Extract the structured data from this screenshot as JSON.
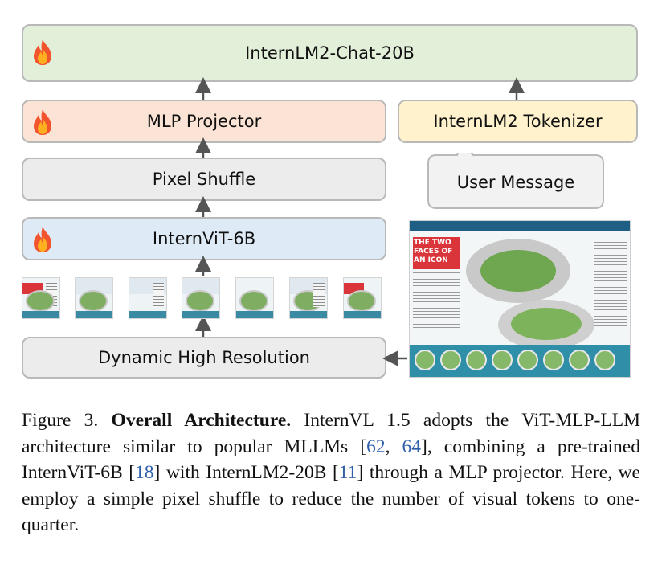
{
  "boxes": {
    "llm": "InternLM2-Chat-20B",
    "mlp": "MLP Projector",
    "tokenizer": "InternLM2 Tokenizer",
    "pixel_shuffle": "Pixel Shuffle",
    "vit": "InternViT-6B",
    "dynamic": "Dynamic High Resolution",
    "user_message": "User Message"
  },
  "colors": {
    "llm_fill": "#e2efd9",
    "mlp_fill": "#fbe4d5",
    "tokenizer_fill": "#fff2cc",
    "neutral_fill": "#ececec",
    "vit_fill": "#deebf7",
    "arrow": "#555555",
    "citation": "#2e5fa8"
  },
  "icons": [
    "fire-icon"
  ],
  "poster": {
    "title": "THE TWO FACES OF AN ICON"
  },
  "caption": {
    "figure": "Figure 3.",
    "bold_title": "Overall Architecture.",
    "part1": " InternVL 1.5 adopts the ViT-MLP-LLM architecture similar to popular MLLMs [",
    "ref1": "62",
    "sep1": ", ",
    "ref2": "64",
    "part2": "], combining a pre-trained InternViT-6B [",
    "ref3": "18",
    "part3": "] with InternLM2-20B [",
    "ref4": "11",
    "part4": "] through a MLP projector. Here, we employ a simple pixel shuffle to reduce the number of visual tokens to one-quarter."
  }
}
